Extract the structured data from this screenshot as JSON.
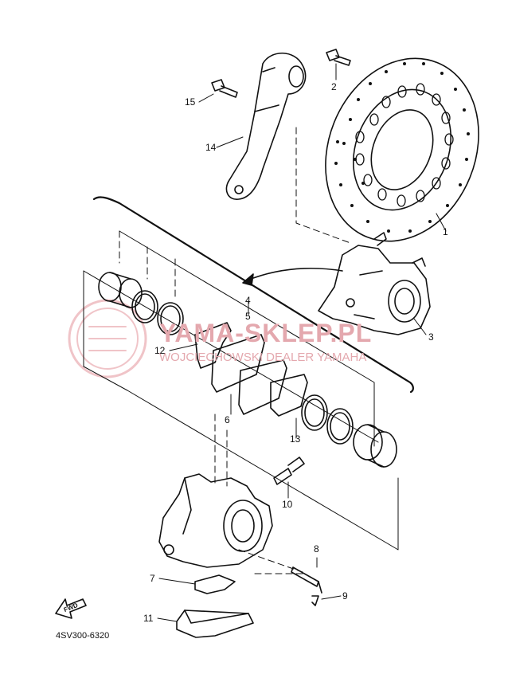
{
  "diagram": {
    "part_code": "4SV300-6320",
    "fwd_label": "FWD",
    "callouts": {
      "c1": "1",
      "c2": "2",
      "c3": "3",
      "c4": "4",
      "c5": "5",
      "c6": "6",
      "c7": "7",
      "c8": "8",
      "c9": "9",
      "c10": "10",
      "c11": "11",
      "c12": "12",
      "c13": "13",
      "c14": "14",
      "c15": "15"
    }
  },
  "watermark": {
    "title": "YAMA-SKLEP.PL",
    "subtitle": "WOJCIECHOWSKI DEALER YAMAHA",
    "color": "#e4a8ae"
  }
}
